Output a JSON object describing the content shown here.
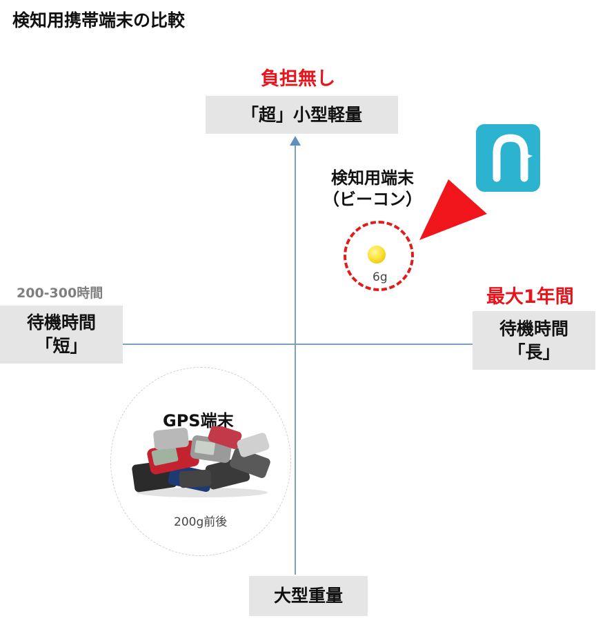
{
  "title": "検知用携帯端末の比較",
  "axes": {
    "top_note": "負担無し",
    "top_label": "「超」小型軽量",
    "bottom_label": "大型重量",
    "left_note": "200-300時間",
    "left_label_line1": "待機時間",
    "left_label_line2": "「短」",
    "right_note": "最大1年間",
    "right_label_line1": "待機時間",
    "right_label_line2": "「長」"
  },
  "beacon": {
    "name_line1": "検知用端末",
    "name_line2": "（ビーコン）",
    "weight": "6g"
  },
  "gps": {
    "name": "GPS端末",
    "weight": "200g前後"
  },
  "colors": {
    "accent_red": "#e8141b",
    "axis_line": "#7aa0c0",
    "box_bg": "#e5e5e5",
    "app_icon": "#2bb3cf"
  },
  "icons": [
    "app-logo-icon",
    "beacon-device-icon",
    "phones-pile-image"
  ]
}
